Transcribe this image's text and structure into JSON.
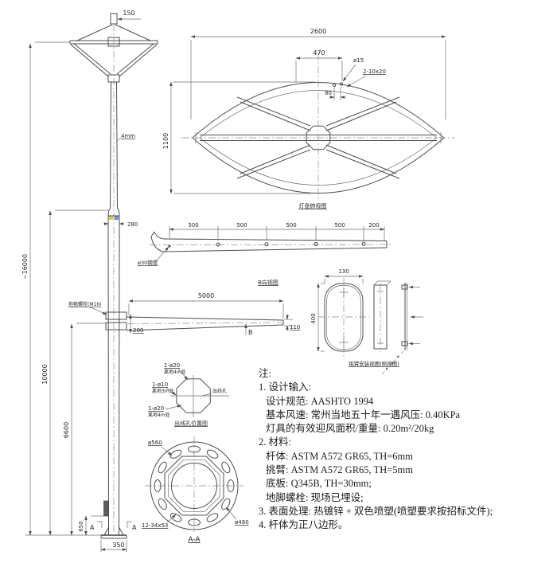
{
  "drawing": {
    "pole": {
      "total_height": "~16000",
      "upper_height": "10000",
      "lower_height": "6600",
      "handhole_height": "650",
      "base_width": "350",
      "top_width": "150",
      "wall_thickness": "4mm",
      "neck_width": "280",
      "lamp_height": "1100",
      "section_mark_left": "A",
      "section_mark_right": "A",
      "clamp_label": "抱箍螺栓(M16)"
    },
    "lamp_panel": {
      "caption": "灯盘俯视图",
      "width": "2600",
      "center_span": "470",
      "hole_dia": "ø15",
      "slot_spec": "2-10x20",
      "hole_pitch": "80"
    },
    "arm_plan": {
      "pipe_label": "ø30钢管",
      "spacings": [
        "500",
        "500",
        "500",
        "500",
        "200"
      ]
    },
    "arm_side": {
      "caption": "B向视图",
      "length": "5000",
      "root_height": "200",
      "tip_height": "110",
      "view_mark": "B"
    },
    "arm_section": {
      "caption": "挑臂安装视图(侧视图)",
      "width": "130",
      "height": "400"
    },
    "wire_holes": {
      "caption": "出线孔位置图",
      "top_label": "1-ø20",
      "top_sub": "离地4m处",
      "mid_label": "1-ø10",
      "mid_sub": "离地3m处",
      "bottom_label": "1-ø20",
      "bottom_sub": "离地4m处",
      "side_label": "出线孔"
    },
    "flange": {
      "caption": "A-A",
      "outer_dia": "ø560",
      "bolt_circle_dia": "ø480",
      "slot_spec": "12-34x53"
    }
  },
  "notes": {
    "heading": "注:",
    "lines": [
      {
        "text": "1. 设计输入:"
      },
      {
        "text": "设计规范: AASHTO 1994"
      },
      {
        "text": "基本风速: 常州当地五十年一遇风压: 0.40KPa"
      },
      {
        "text": "灯具的有效迎风面积/重量: 0.20m²/20kg"
      },
      {
        "text": "2. 材料:"
      },
      {
        "text": "杆体: ASTM A572 GR65, TH=6mm"
      },
      {
        "text": "挑臂: ASTM A572 GR65, TH=5mm"
      },
      {
        "text": "底板: Q345B, TH=30mm;"
      },
      {
        "text": "地脚螺栓: 现场已埋设;"
      },
      {
        "text": "3. 表面处理: 热镀锌 + 双色喷塑(喷塑要求按招标文件);"
      },
      {
        "text": "4. 杆体为正八边形。"
      }
    ]
  }
}
